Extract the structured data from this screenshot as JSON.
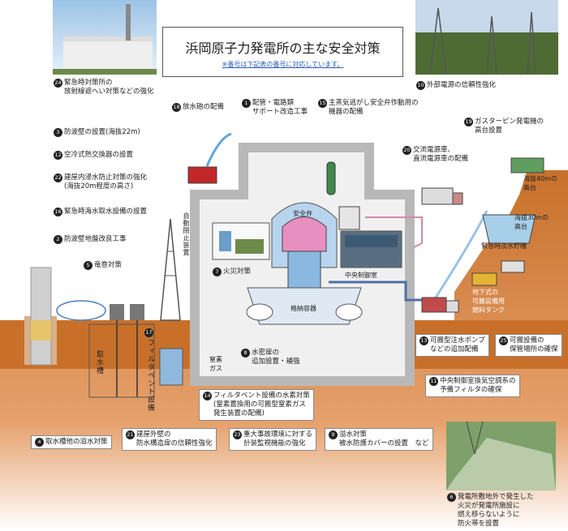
{
  "title": {
    "main": "浜岡原子力発電所の主な安全対策",
    "note": "※番号は下記表の番号に対応しています。"
  },
  "labels": {
    "l24": {
      "num": "24",
      "text": "緊急時対策所の\n放射線遮へい対策などの強化"
    },
    "l10": {
      "num": "10",
      "text": "外部電源の信頼性強化"
    },
    "l3": {
      "num": "3",
      "text": "防波壁の設置(海抜22m)"
    },
    "l18": {
      "num": "18",
      "text": "放水砲の配備"
    },
    "l1": {
      "num": "1",
      "text": "配管・電路類\nサポート改造工事"
    },
    "l15": {
      "num": "15",
      "text": "主蒸気逃がし安全弁作動用の\n機器の配備"
    },
    "l19": {
      "num": "19",
      "text": "ガスタービン発電機の\n高台設置"
    },
    "l12": {
      "num": "12",
      "text": "空冷式熱交換器の設置"
    },
    "l20": {
      "num": "20",
      "text": "交流電源車、\n直流電源車の配備"
    },
    "l22": {
      "num": "22",
      "text": "建屋内浸水防止対策の強化\n(海抜20m程度の高さ)"
    },
    "l16": {
      "num": "16",
      "text": "緊急時海水取水設備の設置"
    },
    "l2": {
      "num": "2",
      "text": "防波壁地盤改良工事"
    },
    "l5": {
      "num": "5",
      "text": "竜巻対策"
    },
    "l7": {
      "num": "7",
      "text": "火災対策"
    },
    "l8": {
      "num": "8",
      "text": "水密扉の\n追加設置・補強"
    },
    "l17": {
      "num": "17",
      "text": "フィルタベント設備"
    },
    "l13": {
      "num": "13",
      "text": "可搬型注水ポンプ\nなどの追加配備"
    },
    "l25": {
      "num": "25",
      "text": "可搬設備の\n保管場所の確保"
    },
    "l11": {
      "num": "11",
      "text": "中央制御室換気空調系の\n予備フィルタの確保"
    },
    "l14": {
      "num": "14",
      "text": "フィルタベント設備の水素対策\n(窒素置換用の可搬型窒素ガス\n発生装置の配備)"
    },
    "l4": {
      "num": "4",
      "text": "取水槽他の溢水対策"
    },
    "l21": {
      "num": "21",
      "text": "建屋外壁の\n防水構造扉の信頼性強化"
    },
    "l23": {
      "num": "23",
      "text": "重大事故環境に対する\n計装監視機能の強化"
    },
    "l9": {
      "num": "9",
      "text": "溢水対策\n被水防護カバーの設置　など"
    },
    "l6": {
      "num": "6",
      "text": "発電所敷地外で発生した\n火災が発電所施設に\n燃え移らないように\n防火帯を設置"
    }
  },
  "tags": {
    "safety_valve": "安全弁",
    "containment": "格納容器",
    "control_room": "中央制御室",
    "intake_tank": "取水槽",
    "nitrogen": "窒素\nガス",
    "auto_door": "自動閉止装置",
    "alt40": "海抜40mの\n高台",
    "alt30": "海抜30mの\n高台",
    "reservoir": "緊急時淡水貯槽",
    "fuel_tank": "地下式の\n可搬設備用\n燃料タンク"
  },
  "colors": {
    "ground": "#c8702a",
    "building": "#b8b8b8",
    "reactor_pink": "#e78fc0",
    "reactor_blue": "#8ab8e0",
    "water": "#a7cfe9"
  }
}
